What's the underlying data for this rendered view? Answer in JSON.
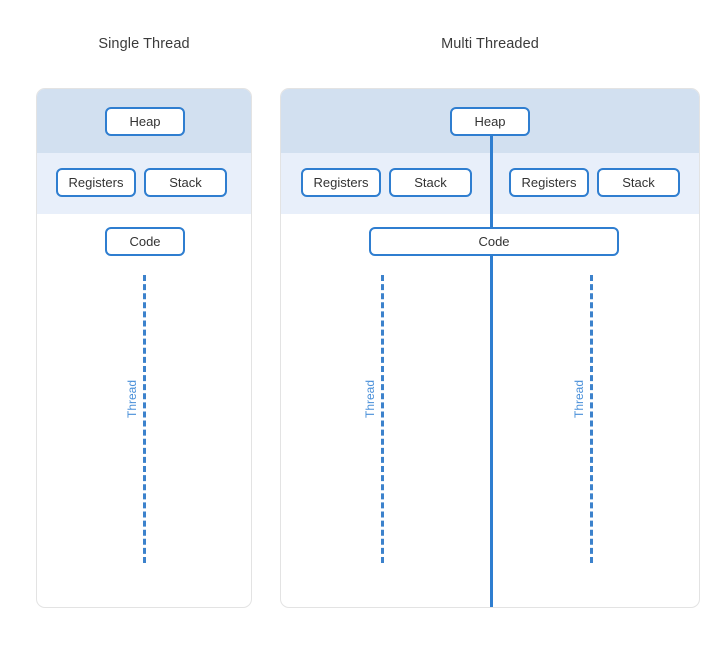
{
  "diagram": {
    "title_single": "Single Thread",
    "title_multi": "Multi Threaded",
    "labels": {
      "heap": "Heap",
      "registers": "Registers",
      "stack": "Stack",
      "code": "Code",
      "thread": "Thread"
    },
    "colors": {
      "box_border": "#2f7ed0",
      "band_heap": "#d2e0f0",
      "band_registers": "#e8effa",
      "thread_line": "#3c82cc",
      "thread_label": "#4a90d9",
      "panel_border": "#e3e3e3",
      "title_text": "#3b3b3b"
    },
    "single_panel": {
      "heap": "Heap",
      "registers": "Registers",
      "stack": "Stack",
      "code": "Code",
      "threads": [
        {
          "label": "Thread"
        }
      ]
    },
    "multi_panel": {
      "heap": "Heap",
      "code": "Code",
      "thread_groups": [
        {
          "registers": "Registers",
          "stack": "Stack",
          "thread_label": "Thread"
        },
        {
          "registers": "Registers",
          "stack": "Stack",
          "thread_label": "Thread"
        }
      ]
    }
  }
}
